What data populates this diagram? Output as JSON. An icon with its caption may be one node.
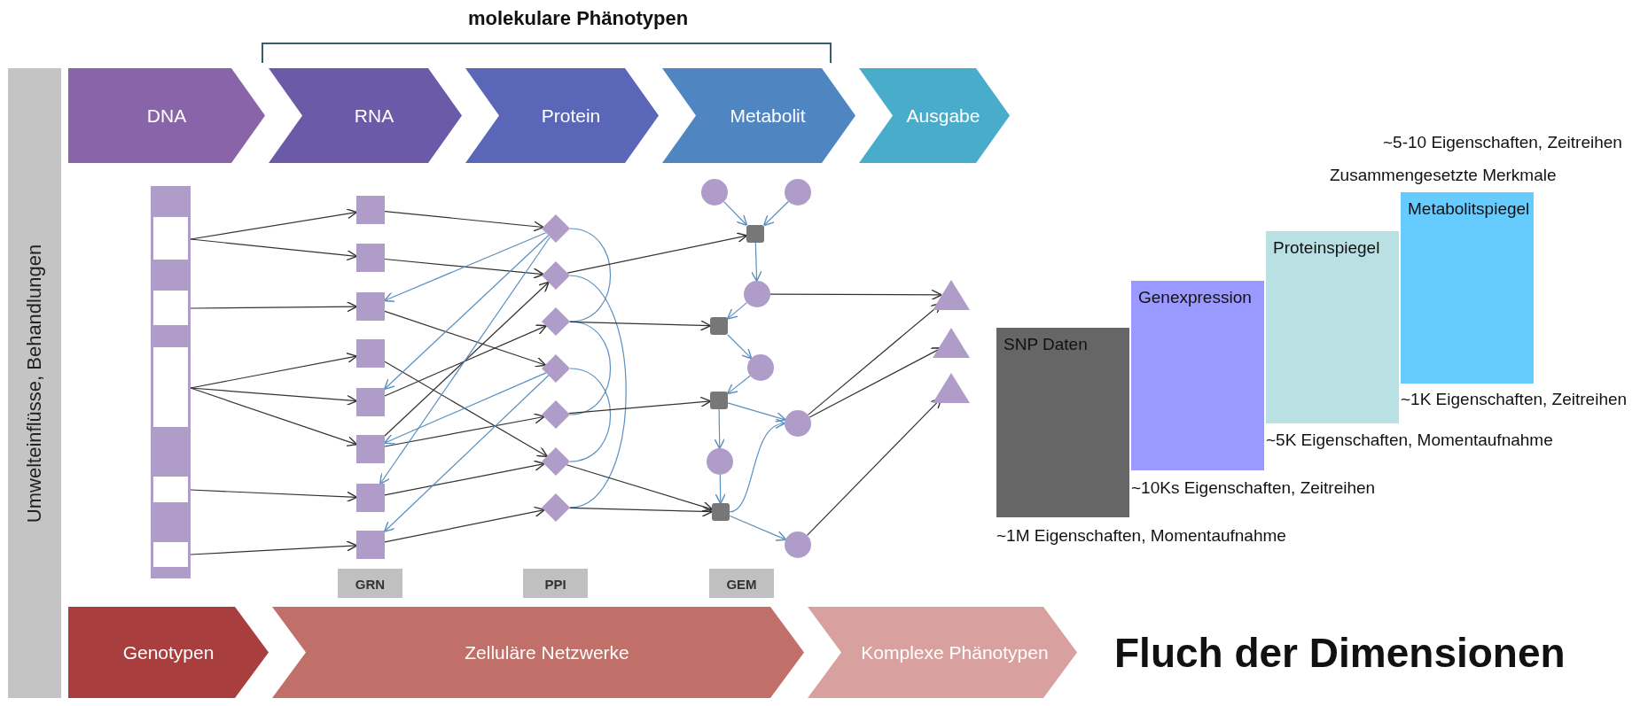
{
  "diagram": {
    "nodes": [
      {
        "text": [
          "DNA"
        ]
      },
      {
        "text": [
          "RNA"
        ]
      },
      {
        "text": [
          "Protein"
        ]
      },
      {
        "text": [
          "Metabolit"
        ]
      },
      {
        "text": [
          "Ausgabe"
        ]
      },
      {
        "text": [
          "Umwelteinflüsse, Behandlungen"
        ]
      },
      {
        "text": [],
        "shape": "bar"
      },
      {
        "text": [],
        "shape": "box"
      },
      {
        "text": [],
        "shape": "box"
      },
      {
        "text": [],
        "shape": "box"
      },
      {
        "text": [],
        "shape": "box"
      },
      {
        "text": [],
        "shape": "box"
      },
      {
        "text": [],
        "shape": "box"
      },
      {
        "text": [],
        "shape": "box"
      },
      {
        "text": [],
        "shape": "box"
      },
      {
        "text": [],
        "shape": "diamond"
      },
      {
        "text": [],
        "shape": "diamond"
      },
      {
        "text": [],
        "shape": "diamond"
      },
      {
        "text": [],
        "shape": "diamond"
      },
      {
        "text": [],
        "shape": "diamond"
      },
      {
        "text": [],
        "shape": "diamond"
      },
      {
        "text": [],
        "shape": "diamond"
      },
      {
        "text": [],
        "shape": "circle"
      },
      {
        "text": [],
        "shape": "circle"
      },
      {
        "text": [],
        "shape": "box"
      },
      {
        "text": [],
        "shape": "circle"
      },
      {
        "text": [],
        "shape": "box"
      },
      {
        "text": [],
        "shape": "circle"
      },
      {
        "text": [],
        "shape": "box"
      },
      {
        "text": [],
        "shape": "circle"
      },
      {
        "text": [],
        "shape": "circle"
      },
      {
        "text": [],
        "shape": "box"
      },
      {
        "text": [],
        "shape": "circle"
      },
      {
        "text": [],
        "shape": "triangle"
      },
      {
        "text": [],
        "shape": "triangle"
      },
      {
        "text": [],
        "shape": "triangle"
      },
      {
        "text": [
          "GRN"
        ]
      },
      {
        "text": [
          "PPI"
        ]
      },
      {
        "text": [
          "GEM"
        ]
      },
      {
        "text": [
          "Metabolitspiegel"
        ],
        "beside": [
          "~1K Eigenschaften, Zeitreihen"
        ]
      },
      {
        "text": [
          "Proteinspiegel"
        ],
        "beside": [
          "~5K Eigenschaften, Momentaufnahme"
        ]
      },
      {
        "text": [
          "Genexpression"
        ],
        "beside": [
          "~10Ks Eigenschaften, Zeitreihen"
        ]
      },
      {
        "text": [
          "SNP Daten"
        ],
        "beside": [
          "~1M Eigenschaften, Momentaufnahme"
        ]
      },
      {
        "text": [
          "Genotypen"
        ]
      },
      {
        "text": [
          "Zelluläre Netzwerke"
        ]
      },
      {
        "text": [
          "Komplexe Phänotypen"
        ]
      }
    ],
    "edges": [
      {
        "from": 6,
        "to": 7,
        "arrow": "to"
      },
      {
        "from": 6,
        "to": 8,
        "arrow": "to"
      },
      {
        "from": 6,
        "to": 9,
        "arrow": "to"
      },
      {
        "from": 6,
        "to": 10,
        "arrow": "to"
      },
      {
        "from": 6,
        "to": 11,
        "arrow": "to"
      },
      {
        "from": 6,
        "to": 12,
        "arrow": "to"
      },
      {
        "from": 6,
        "to": 13,
        "arrow": "to"
      },
      {
        "from": 6,
        "to": 14,
        "arrow": "to"
      },
      {
        "from": 7,
        "to": 15,
        "arrow": "to"
      },
      {
        "from": 8,
        "to": 16,
        "arrow": "to"
      },
      {
        "from": 9,
        "to": 18,
        "arrow": "to"
      },
      {
        "from": 10,
        "to": 20,
        "arrow": "to"
      },
      {
        "from": 11,
        "to": 17,
        "arrow": "to"
      },
      {
        "from": 12,
        "to": 16,
        "arrow": "to"
      },
      {
        "from": 12,
        "to": 19,
        "arrow": "to"
      },
      {
        "from": 13,
        "to": 20,
        "arrow": "to"
      },
      {
        "from": 14,
        "to": 21,
        "arrow": "to"
      },
      {
        "from": 15,
        "to": 9,
        "arrow": "to",
        "color": "#5b8fc0"
      },
      {
        "from": 15,
        "to": 11,
        "arrow": "to",
        "color": "#5b8fc0"
      },
      {
        "from": 15,
        "to": 13,
        "arrow": "to",
        "color": "#5b8fc0"
      },
      {
        "from": 18,
        "to": 12,
        "arrow": "to",
        "color": "#5b8fc0"
      },
      {
        "from": 18,
        "to": 14,
        "arrow": "to",
        "color": "#5b8fc0"
      },
      {
        "from": 15,
        "to": 17,
        "arrow": "none",
        "color": "#5b8fc0"
      },
      {
        "from": 16,
        "to": 21,
        "arrow": "none",
        "color": "#5b8fc0"
      },
      {
        "from": 17,
        "to": 19,
        "arrow": "none",
        "color": "#5b8fc0"
      },
      {
        "from": 18,
        "to": 20,
        "arrow": "none",
        "color": "#5b8fc0"
      },
      {
        "from": 16,
        "to": 24,
        "arrow": "to"
      },
      {
        "from": 17,
        "to": 26,
        "arrow": "to"
      },
      {
        "from": 19,
        "to": 28,
        "arrow": "to"
      },
      {
        "from": 20,
        "to": 31,
        "arrow": "to"
      },
      {
        "from": 21,
        "to": 31,
        "arrow": "to"
      },
      {
        "from": 22,
        "to": 24,
        "arrow": "to",
        "color": "#5b8fc0"
      },
      {
        "from": 23,
        "to": 24,
        "arrow": "to",
        "color": "#5b8fc0"
      },
      {
        "from": 24,
        "to": 25,
        "arrow": "to",
        "color": "#5b8fc0"
      },
      {
        "from": 25,
        "to": 26,
        "arrow": "to",
        "color": "#5b8fc0"
      },
      {
        "from": 26,
        "to": 27,
        "arrow": "to",
        "color": "#5b8fc0"
      },
      {
        "from": 27,
        "to": 28,
        "arrow": "to",
        "color": "#5b8fc0"
      },
      {
        "from": 28,
        "to": 30,
        "arrow": "to",
        "color": "#5b8fc0"
      },
      {
        "from": 28,
        "to": 29,
        "arrow": "to",
        "color": "#5b8fc0"
      },
      {
        "from": 30,
        "to": 31,
        "arrow": "to",
        "color": "#5b8fc0"
      },
      {
        "from": 31,
        "to": 29,
        "arrow": "to",
        "color": "#5b8fc0"
      },
      {
        "from": 31,
        "to": 32,
        "arrow": "to",
        "color": "#5b8fc0"
      },
      {
        "from": 25,
        "to": 33,
        "arrow": "to"
      },
      {
        "from": 29,
        "to": 33,
        "arrow": "to"
      },
      {
        "from": 29,
        "to": 34,
        "arrow": "to"
      },
      {
        "from": 32,
        "to": 35,
        "arrow": "to"
      }
    ],
    "labels": [
      "molekulare Phänotypen",
      "~5-10 Eigenschaften, Zeitreihen",
      "Zusammengesetzte Merkmale",
      "Fluch der Dimensionen"
    ]
  }
}
